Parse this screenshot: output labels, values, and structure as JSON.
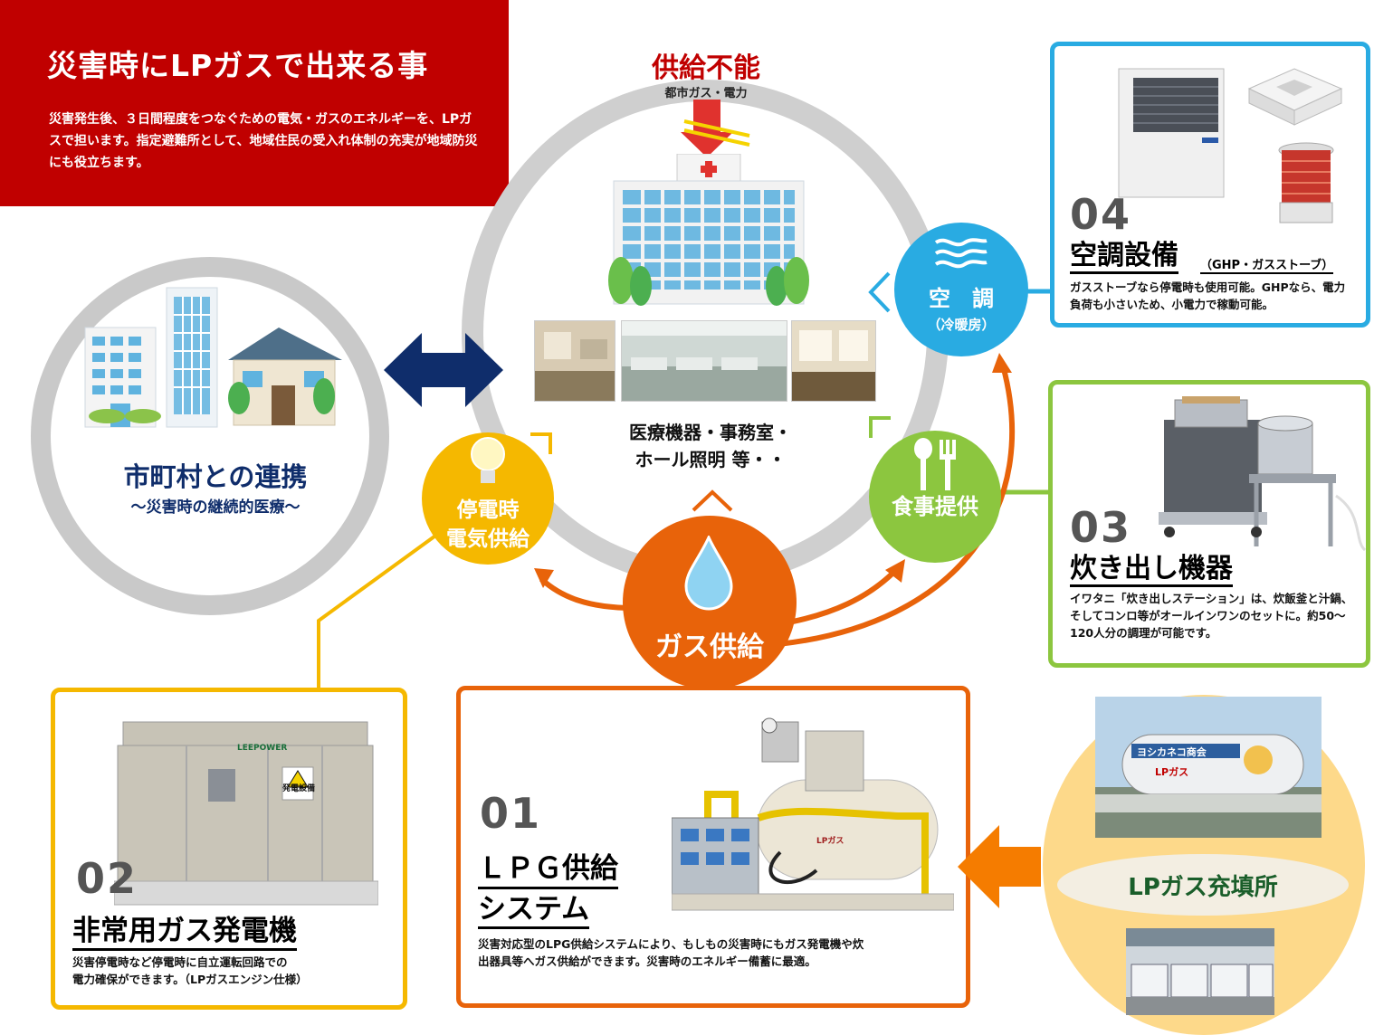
{
  "title": {
    "heading": "災害時にLPガスで出来る事",
    "description": "災害発生後、３日間程度をつなぐための電気・ガスのエネルギーを、LPガスで担います。指定避難所として、地域住民の受入れ体制の充実が地域防災にも役立ちます。"
  },
  "supply_cut": {
    "label": "供給不能",
    "sub": "都市ガス・電力"
  },
  "hospital": {
    "uses": "医療機器・事務室・",
    "uses2": "ホール照明 等・・"
  },
  "municipal": {
    "label": "市町村との連携",
    "sub": "～災害時の継続的医療～"
  },
  "nodes": {
    "power": {
      "line1": "停電時",
      "line2": "電気供給"
    },
    "gas": {
      "label": "ガス供給"
    },
    "food": {
      "label": "食事提供"
    },
    "aircon": {
      "label": "空　調",
      "sub": "（冷暖房）"
    }
  },
  "cards": {
    "c01": {
      "num": "01",
      "head1": "ＬＰＧ供給",
      "head2": "システム",
      "desc": "災害対応型のLPG供給システムにより、もしもの災害時にもガス発電機や炊出器具等へガス供給ができます。災害時のエネルギー備蓄に最適。"
    },
    "c02": {
      "num": "02",
      "head": "非常用ガス発電機",
      "desc1": "災害停電時など停電時に自立運転回路での",
      "desc2": "電力確保ができます。（LPガスエンジン仕様）"
    },
    "c03": {
      "num": "03",
      "head": "炊き出し機器",
      "desc": "イワタニ「炊き出しステーション」は、炊飯釜と汁鍋、そしてコンロ等がオールインワンのセットに。約50～120人分の調理が可能です。"
    },
    "c04": {
      "num": "04",
      "head": "空調設備",
      "sub": "（GHP・ガスストーブ）",
      "desc": "ガスストーブなら停電時も使用可能。GHPなら、電力負荷も小さいため、小電力で稼動可能。"
    }
  },
  "station": {
    "label": "LPガス充填所",
    "tank_text": "LPガス",
    "sign_text": "ヨシカネコ商会"
  },
  "generator_badge": "発電設備",
  "generator_brand": "LEEPOWER",
  "tank_label": "LPガス",
  "colors": {
    "red": "#c00000",
    "orange": "#e8630a",
    "yellow": "#f5b800",
    "green": "#8cc63f",
    "blue": "#29abe2",
    "navy": "#0f2d6b",
    "gray": "#cfcfcf"
  }
}
